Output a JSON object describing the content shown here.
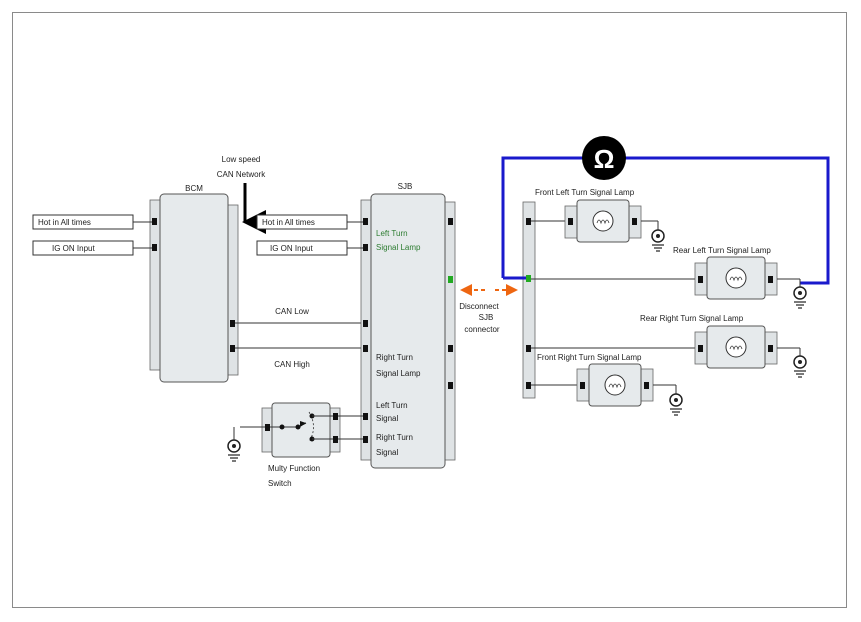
{
  "bcm": {
    "title": "BCM",
    "in1": "Hot in All times",
    "in2": "IG ON Input",
    "can_low": "CAN Low",
    "can_high": "CAN High"
  },
  "network": {
    "line1": "Low speed",
    "line2": "CAN Network"
  },
  "sjb": {
    "title": "SJB",
    "in1": "Hot in All times",
    "in2": "IG ON Input",
    "lt_lamp_1": "Left Turn",
    "lt_lamp_2": "Signal Lamp",
    "rt_lamp_1": "Right Turn",
    "rt_lamp_2": "Signal Lamp",
    "lt_sig_1": "Left Turn",
    "lt_sig_2": "Signal",
    "rt_sig_1": "Right Turn",
    "rt_sig_2": "Signal"
  },
  "switch": {
    "line1": "Multy Function",
    "line2": "Switch"
  },
  "disconnect": {
    "line1": "Disconnect",
    "line2": "SJB",
    "line3": "connector"
  },
  "lamps": {
    "front_left": "Front Left Turn Signal Lamp",
    "rear_left": "Rear Left Turn Signal Lamp",
    "rear_right": "Rear Right Turn Signal Lamp",
    "front_right": "Front Right Turn Signal Lamp"
  },
  "meter": {
    "symbol": "Ω"
  },
  "colors": {
    "meter_wire": "#1a1acc",
    "arrow": "#ee6611",
    "active_pin": "#22aa22",
    "highlight_text": "#2e7d32"
  }
}
